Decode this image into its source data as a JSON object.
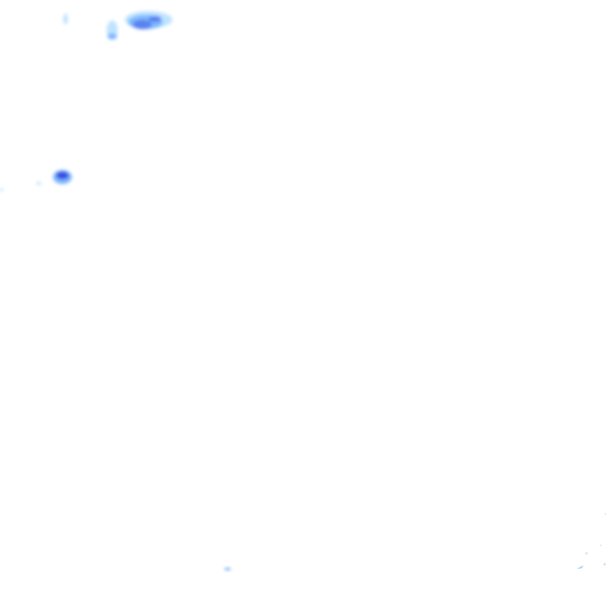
{
  "map": {
    "type": "precipitation-radar-overlay",
    "background_color": "#ffffff",
    "intensity_colors": {
      "light": "#bfe3ff",
      "moderate": "#7fb8ff",
      "heavy": "#5a82f0",
      "intense": "#3a4ee0"
    },
    "echoes": [
      {
        "id": "echo-top-left-streak",
        "intensity": "light"
      },
      {
        "id": "echo-top-small-cell",
        "intensity": "moderate"
      },
      {
        "id": "echo-top-main-cluster",
        "intensity": "heavy"
      },
      {
        "id": "echo-left-cell",
        "intensity": "intense"
      },
      {
        "id": "echo-bottom-speck",
        "intensity": "light"
      },
      {
        "id": "echo-bottom-right-edge",
        "intensity": "light"
      }
    ]
  }
}
